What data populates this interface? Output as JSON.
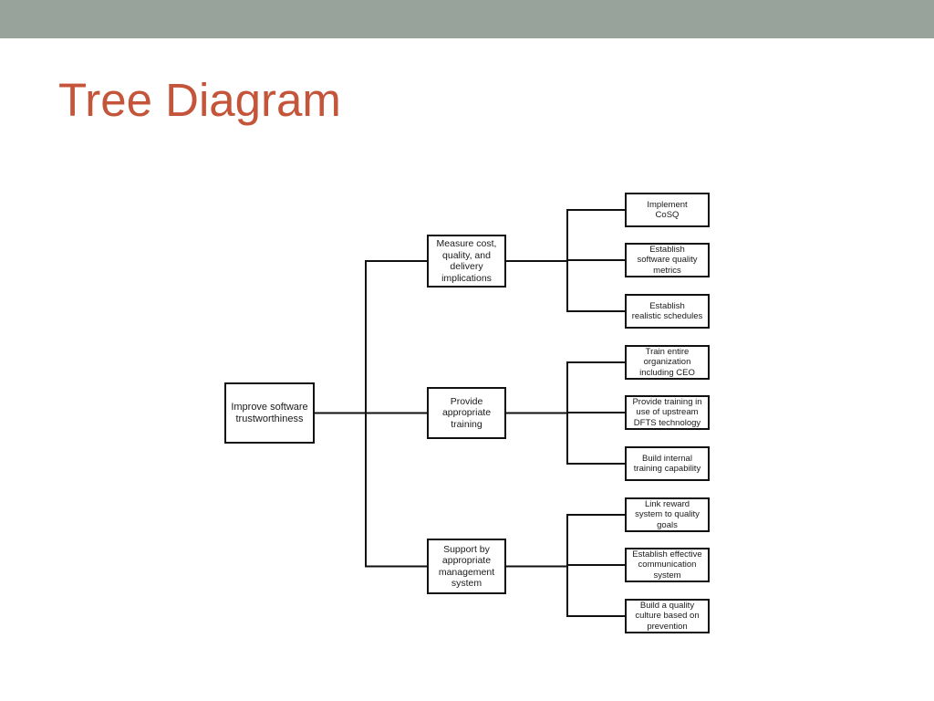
{
  "slide": {
    "title": "Tree Diagram",
    "colors": {
      "top_band": "#97a39b",
      "title": "#c4553a",
      "lines": "#111111"
    }
  },
  "tree": {
    "root": "Improve software\ntrustworthiness",
    "branches": [
      {
        "label": "Measure cost,\nquality, and\ndelivery\nimplications",
        "children": [
          "Implement\nCoSQ",
          "Establish\nsoftware quality\nmetrics",
          "Establish\nrealistic schedules"
        ]
      },
      {
        "label": "Provide\nappropriate\ntraining",
        "children": [
          "Train entire\norganization\nincluding CEO",
          "Provide training in\nuse of upstream\nDFTS technology",
          "Build internal\ntraining capability"
        ]
      },
      {
        "label": "Support by\nappropriate\nmanagement\nsystem",
        "children": [
          "Link reward\nsystem to quality\ngoals",
          "Establish effective\ncommunication\nsystem",
          "Build a quality\nculture based on\nprevention"
        ]
      }
    ]
  }
}
